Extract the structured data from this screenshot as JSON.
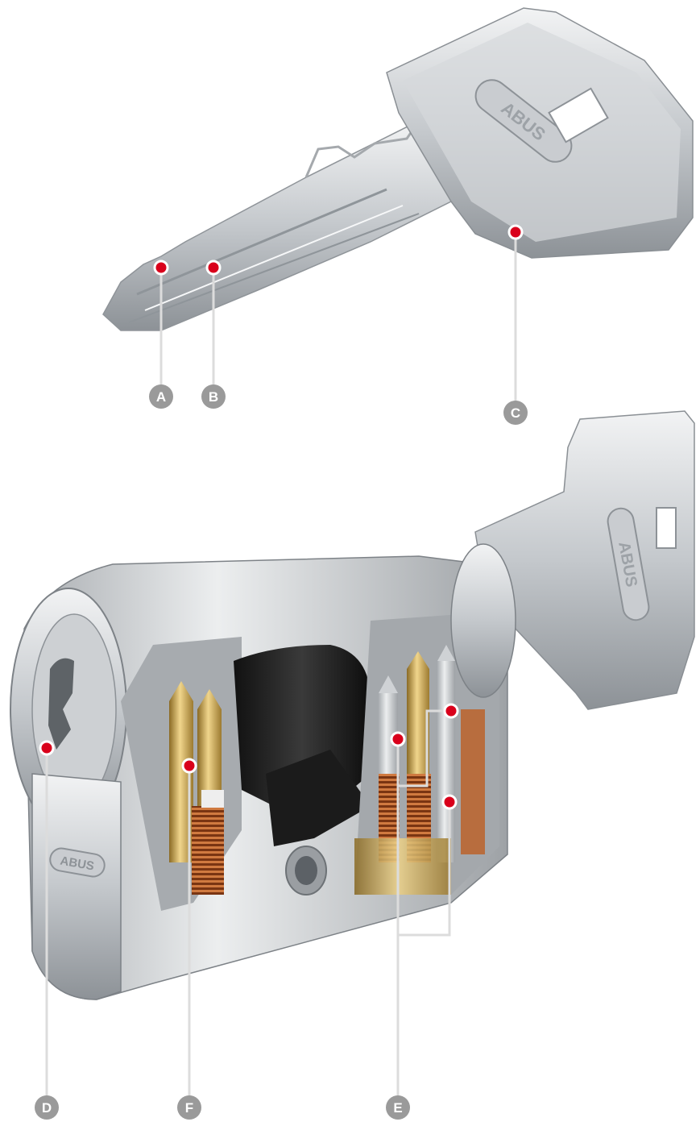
{
  "brand": {
    "logo_text": "ABUS"
  },
  "callouts": {
    "A": "A",
    "B": "B",
    "C": "C",
    "D": "D",
    "E": "E",
    "F": "F"
  },
  "colors": {
    "marker_red": "#d9001b",
    "badge_grey": "#9a9a9a",
    "leader_grey": "#dcdcdc",
    "metal_light": "#e6e8ea",
    "metal_mid": "#b9bdc1",
    "metal_dark": "#7b8085",
    "brass": "#c9a04a",
    "copper_spring": "#b55a2a"
  },
  "icons": {
    "callout_marker": "red-dot-marker",
    "callout_badge": "grey-circle-badge"
  }
}
